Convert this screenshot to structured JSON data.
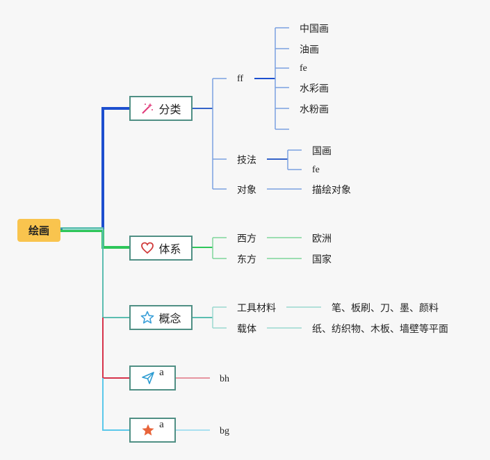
{
  "root": "绘画",
  "branches": [
    {
      "label": "分类",
      "icon": "magic-wand-icon",
      "children": [
        {
          "label": "ff",
          "children": [
            "中国画",
            "油画",
            "fe",
            "水彩画",
            "水粉画",
            ""
          ]
        },
        {
          "label": "技法",
          "children": [
            "国画",
            "fe"
          ]
        },
        {
          "label": "对象",
          "children": [
            "描绘对象"
          ]
        }
      ]
    },
    {
      "label": "体系",
      "icon": "heart-icon",
      "children": [
        {
          "label": "西方",
          "children": [
            "欧洲"
          ]
        },
        {
          "label": "东方",
          "children": [
            "国家"
          ]
        }
      ]
    },
    {
      "label": "概念",
      "icon": "star-outline-icon",
      "children": [
        {
          "label": "工具材料",
          "children": [
            "笔、板刷、刀、墨、颜料"
          ]
        },
        {
          "label": "载体",
          "children": [
            "纸、纺织物、木板、墙壁等平面"
          ]
        }
      ]
    },
    {
      "label": "a",
      "icon": "paper-plane-icon",
      "children": [
        {
          "label": "bh"
        }
      ]
    },
    {
      "label": "a",
      "icon": "star-filled-icon",
      "children": [
        {
          "label": "bg"
        }
      ]
    }
  ],
  "colors": {
    "root_fill": "#f9c44e",
    "branch_fenlei": "#1d4fcf",
    "branch_tixi": "#2ec65a",
    "branch_gainian": "#5bbdb0",
    "branch_a1": "#d6324a",
    "branch_a2": "#5ac8ea",
    "node_border": "#4f8f84"
  }
}
